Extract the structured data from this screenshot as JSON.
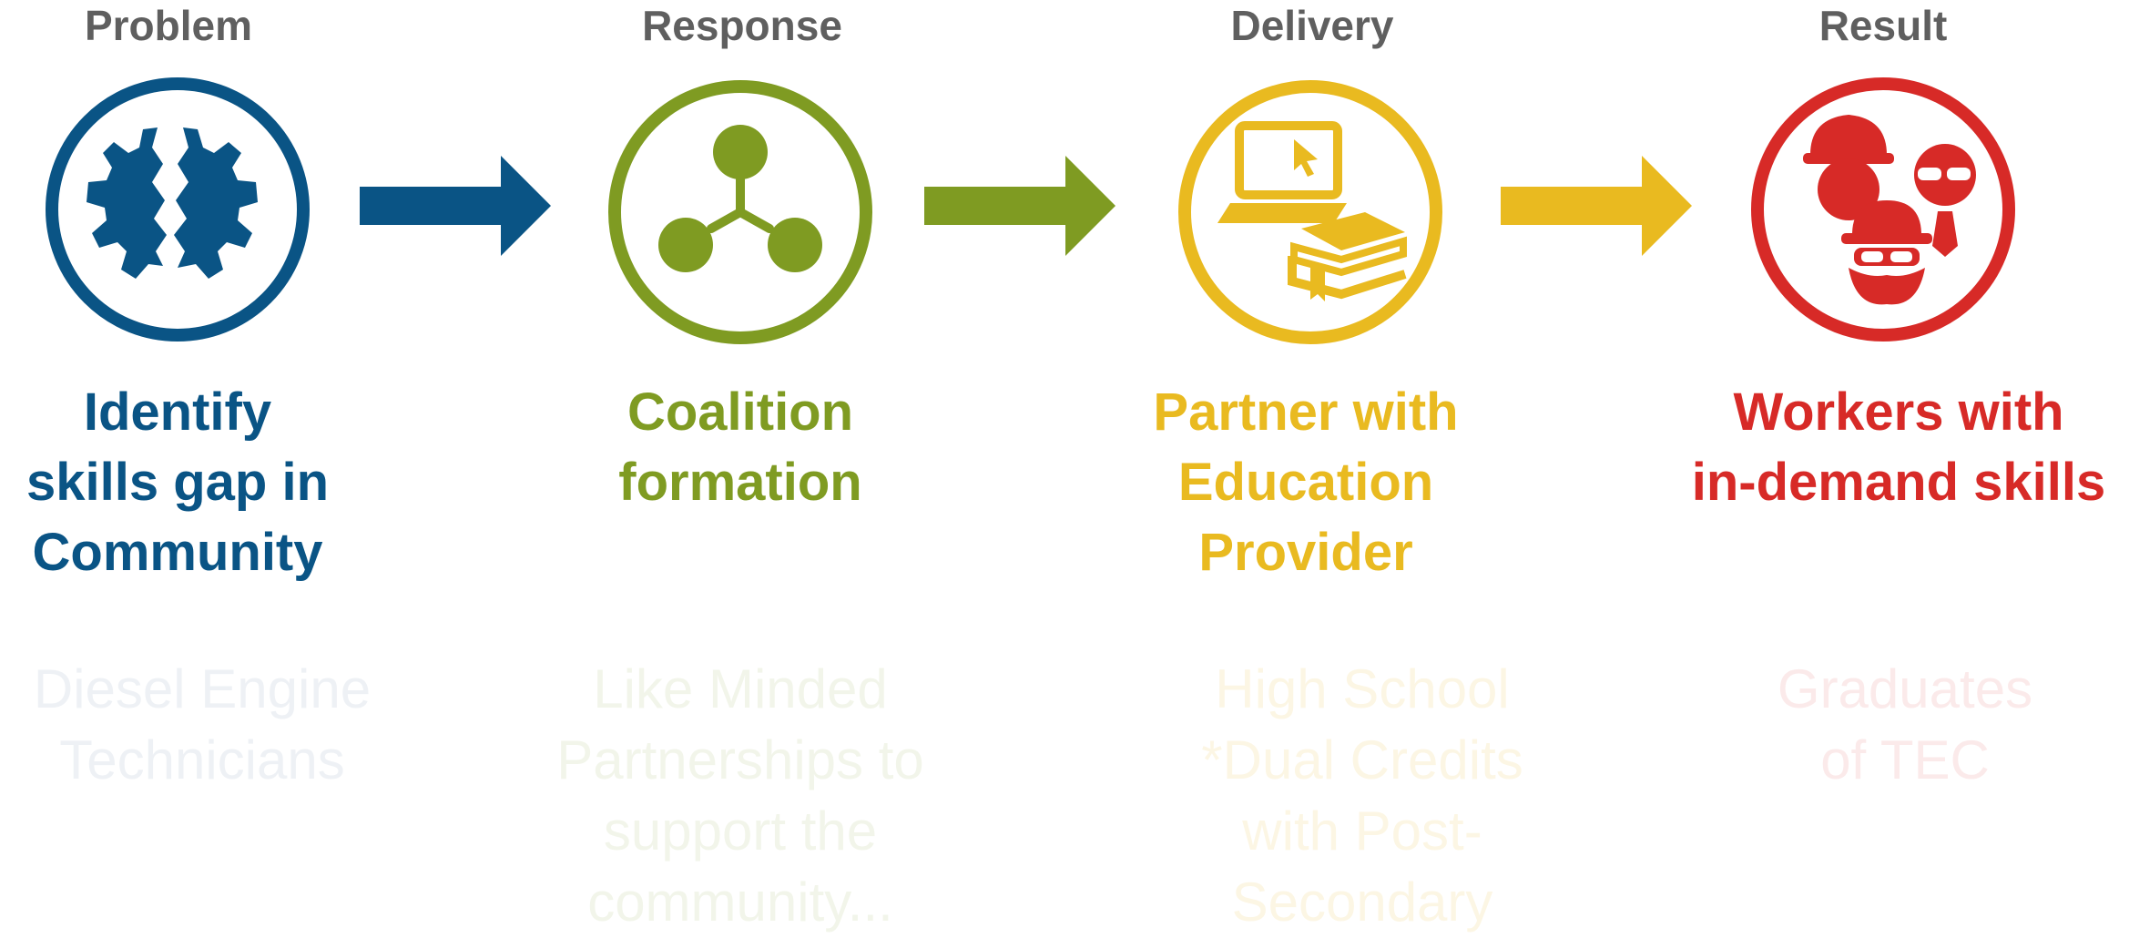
{
  "colors": {
    "blue": "#0a5485",
    "green": "#7f9b22",
    "yellow": "#e9ba20",
    "red": "#d72a27",
    "stage_label": "#5f5f5f"
  },
  "stages": [
    {
      "label": "Problem",
      "icon": "broken-gear-icon",
      "title": "Identify\nskills gap in\nCommunity",
      "faded_text": "Diesel Engine\nTechnicians"
    },
    {
      "label": "Response",
      "icon": "network-nodes-icon",
      "title": "Coalition\nformation",
      "faded_text": "Like Minded\nPartnerships to\nsupport the\ncommunity..."
    },
    {
      "label": "Delivery",
      "icon": "laptop-and-books-icon",
      "title": "Partner with\nEducation\nProvider",
      "faded_text": "High School\n*Dual Credits\nwith Post-\nSecondary"
    },
    {
      "label": "Result",
      "icon": "workers-group-icon",
      "title": "Workers with\nin-demand skills",
      "faded_text": "Graduates\nof TEC"
    }
  ]
}
